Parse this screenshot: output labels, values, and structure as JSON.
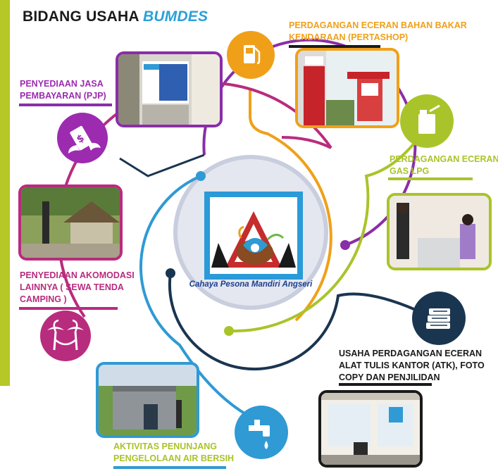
{
  "title": {
    "main": "BIDANG USAHA",
    "accent": "BUMDES"
  },
  "center_logo": {
    "caption": "Cahaya Pesona Mandiri Angseri"
  },
  "sectors": [
    {
      "id": "pjp",
      "lines": [
        "PENYEDIAAN JASA",
        "PEMBAYARAN (PJP)"
      ],
      "color": "#9c2bb0",
      "icon": "money-wings-icon"
    },
    {
      "id": "pertashop",
      "lines": [
        "PERDAGANGAN ECERAN BAHAN BAKAR",
        "KENDARAAN (PERTASHOP)"
      ],
      "color": "#f0a018",
      "icon": "fuel-pump-icon"
    },
    {
      "id": "lpg",
      "lines": [
        "PERDAGANGAN ECERAN",
        "GAS LPG"
      ],
      "color": "#a9c42a",
      "icon": "gas-canister-icon"
    },
    {
      "id": "akomodasi",
      "lines": [
        "PENYEDIAAN AKOMODASI",
        "LAINNYA ( SEWA TENDA",
        "CAMPING )"
      ],
      "color": "#b82c7e",
      "icon": "palm-hammock-icon"
    },
    {
      "id": "atk",
      "lines": [
        "USAHA PERDAGANGAN ECERAN",
        "ALAT TULIS KANTOR (ATK), FOTO",
        "COPY DAN PENJILIDAN"
      ],
      "color": "#1a3550",
      "icon": "books-stack-icon"
    },
    {
      "id": "air",
      "lines": [
        "AKTIVITAS PENUNJANG",
        "PENGELOLAAN AIR BERSIH"
      ],
      "color": "#2f9ad4",
      "icon": "water-tap-icon"
    }
  ],
  "colors": {
    "purple": "#8a2ea8",
    "orange": "#f0a018",
    "green": "#a9c42a",
    "magenta": "#b82c7e",
    "navy": "#1a3550",
    "blue": "#2f9ad4",
    "sidebar": "#b5c825"
  }
}
